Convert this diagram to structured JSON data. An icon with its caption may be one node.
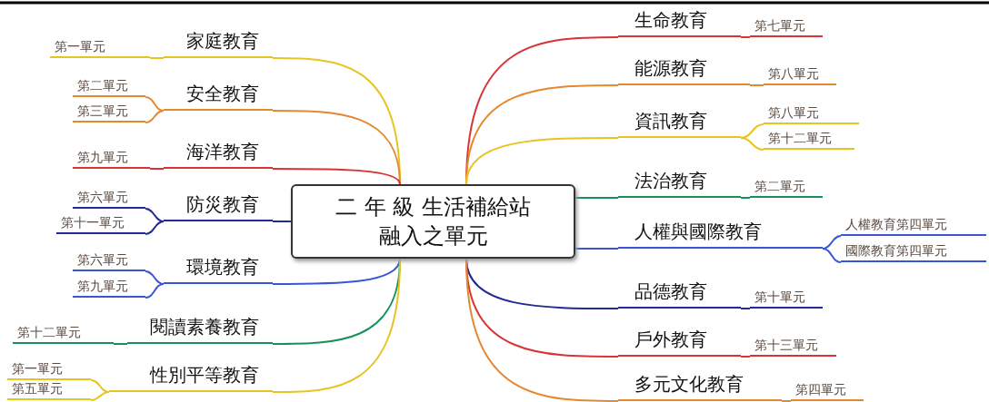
{
  "diagram": {
    "nodes": [
      {
        "text": [
          "二 年 級 生活補給站",
          "融入之單元"
        ]
      },
      {
        "text": [
          "家庭教育"
        ]
      },
      {
        "text": [
          "第一單元"
        ]
      },
      {
        "text": [
          "安全教育"
        ]
      },
      {
        "text": [
          "第二單元"
        ]
      },
      {
        "text": [
          "第三單元"
        ]
      },
      {
        "text": [
          "海洋教育"
        ]
      },
      {
        "text": [
          "第九單元"
        ]
      },
      {
        "text": [
          "防災教育"
        ]
      },
      {
        "text": [
          "第六單元"
        ]
      },
      {
        "text": [
          "第十一單元"
        ]
      },
      {
        "text": [
          "環境教育"
        ]
      },
      {
        "text": [
          "第六單元"
        ]
      },
      {
        "text": [
          "第九單元"
        ]
      },
      {
        "text": [
          "閱讀素養教育"
        ]
      },
      {
        "text": [
          "第十二單元"
        ]
      },
      {
        "text": [
          "性別平等教育"
        ]
      },
      {
        "text": [
          "第一單元"
        ]
      },
      {
        "text": [
          "第五單元"
        ]
      },
      {
        "text": [
          "生命教育"
        ]
      },
      {
        "text": [
          "第七單元"
        ]
      },
      {
        "text": [
          "能源教育"
        ]
      },
      {
        "text": [
          "第八單元"
        ]
      },
      {
        "text": [
          "資訊教育"
        ]
      },
      {
        "text": [
          "第八單元"
        ]
      },
      {
        "text": [
          "第十二單元"
        ]
      },
      {
        "text": [
          "法治教育"
        ]
      },
      {
        "text": [
          "第二單元"
        ]
      },
      {
        "text": [
          "人權與國際教育"
        ]
      },
      {
        "text": [
          "人權教育第四單元"
        ]
      },
      {
        "text": [
          "國際教育第四單元"
        ]
      },
      {
        "text": [
          "品德教育"
        ]
      },
      {
        "text": [
          "第十單元"
        ]
      },
      {
        "text": [
          "戶外教育"
        ]
      },
      {
        "text": [
          "第十三單元"
        ]
      },
      {
        "text": [
          "多元文化教育"
        ]
      },
      {
        "text": [
          "第四單元"
        ]
      }
    ],
    "edges": [
      {
        "from": 0,
        "to": 1,
        "arrow": "none",
        "color": "#e8c420"
      },
      {
        "from": 1,
        "to": 2,
        "arrow": "none",
        "color": "#e8c420"
      },
      {
        "from": 0,
        "to": 3,
        "arrow": "none",
        "color": "#e4892e"
      },
      {
        "from": 3,
        "to": 4,
        "arrow": "none",
        "color": "#e4892e"
      },
      {
        "from": 3,
        "to": 5,
        "arrow": "none",
        "color": "#e4892e"
      },
      {
        "from": 0,
        "to": 6,
        "arrow": "none",
        "color": "#d83434"
      },
      {
        "from": 6,
        "to": 7,
        "arrow": "none",
        "color": "#d83434"
      },
      {
        "from": 0,
        "to": 8,
        "arrow": "none",
        "color": "#1f2a92"
      },
      {
        "from": 8,
        "to": 9,
        "arrow": "none",
        "color": "#1f2a92"
      },
      {
        "from": 8,
        "to": 10,
        "arrow": "none",
        "color": "#1f2a92"
      },
      {
        "from": 0,
        "to": 11,
        "arrow": "none",
        "color": "#3a56d6"
      },
      {
        "from": 11,
        "to": 12,
        "arrow": "none",
        "color": "#3a56d6"
      },
      {
        "from": 11,
        "to": 13,
        "arrow": "none",
        "color": "#3a56d6"
      },
      {
        "from": 0,
        "to": 14,
        "arrow": "none",
        "color": "#17905a"
      },
      {
        "from": 14,
        "to": 15,
        "arrow": "none",
        "color": "#17905a"
      },
      {
        "from": 0,
        "to": 16,
        "arrow": "none",
        "color": "#e8c420"
      },
      {
        "from": 16,
        "to": 17,
        "arrow": "none",
        "color": "#e8c420"
      },
      {
        "from": 16,
        "to": 18,
        "arrow": "none",
        "color": "#e8c420"
      },
      {
        "from": 0,
        "to": 19,
        "arrow": "none",
        "color": "#d83434"
      },
      {
        "from": 19,
        "to": 20,
        "arrow": "none",
        "color": "#d83434"
      },
      {
        "from": 0,
        "to": 21,
        "arrow": "none",
        "color": "#e4892e"
      },
      {
        "from": 21,
        "to": 22,
        "arrow": "none",
        "color": "#e4892e"
      },
      {
        "from": 0,
        "to": 23,
        "arrow": "none",
        "color": "#e8c420"
      },
      {
        "from": 23,
        "to": 24,
        "arrow": "none",
        "color": "#e8c420"
      },
      {
        "from": 23,
        "to": 25,
        "arrow": "none",
        "color": "#e8c420"
      },
      {
        "from": 0,
        "to": 26,
        "arrow": "none",
        "color": "#17905a"
      },
      {
        "from": 26,
        "to": 27,
        "arrow": "none",
        "color": "#17905a"
      },
      {
        "from": 0,
        "to": 28,
        "arrow": "none",
        "color": "#3a56d6"
      },
      {
        "from": 28,
        "to": 29,
        "arrow": "none",
        "color": "#3a56d6"
      },
      {
        "from": 28,
        "to": 30,
        "arrow": "none",
        "color": "#3a56d6"
      },
      {
        "from": 0,
        "to": 31,
        "arrow": "none",
        "color": "#1f2a92"
      },
      {
        "from": 31,
        "to": 32,
        "arrow": "none",
        "color": "#1f2a92"
      },
      {
        "from": 0,
        "to": 33,
        "arrow": "none",
        "color": "#d83434"
      },
      {
        "from": 33,
        "to": 34,
        "arrow": "none",
        "color": "#d83434"
      },
      {
        "from": 0,
        "to": 35,
        "arrow": "none",
        "color": "#e4892e"
      },
      {
        "from": 35,
        "to": 36,
        "arrow": "none",
        "color": "#e4892e"
      }
    ]
  }
}
